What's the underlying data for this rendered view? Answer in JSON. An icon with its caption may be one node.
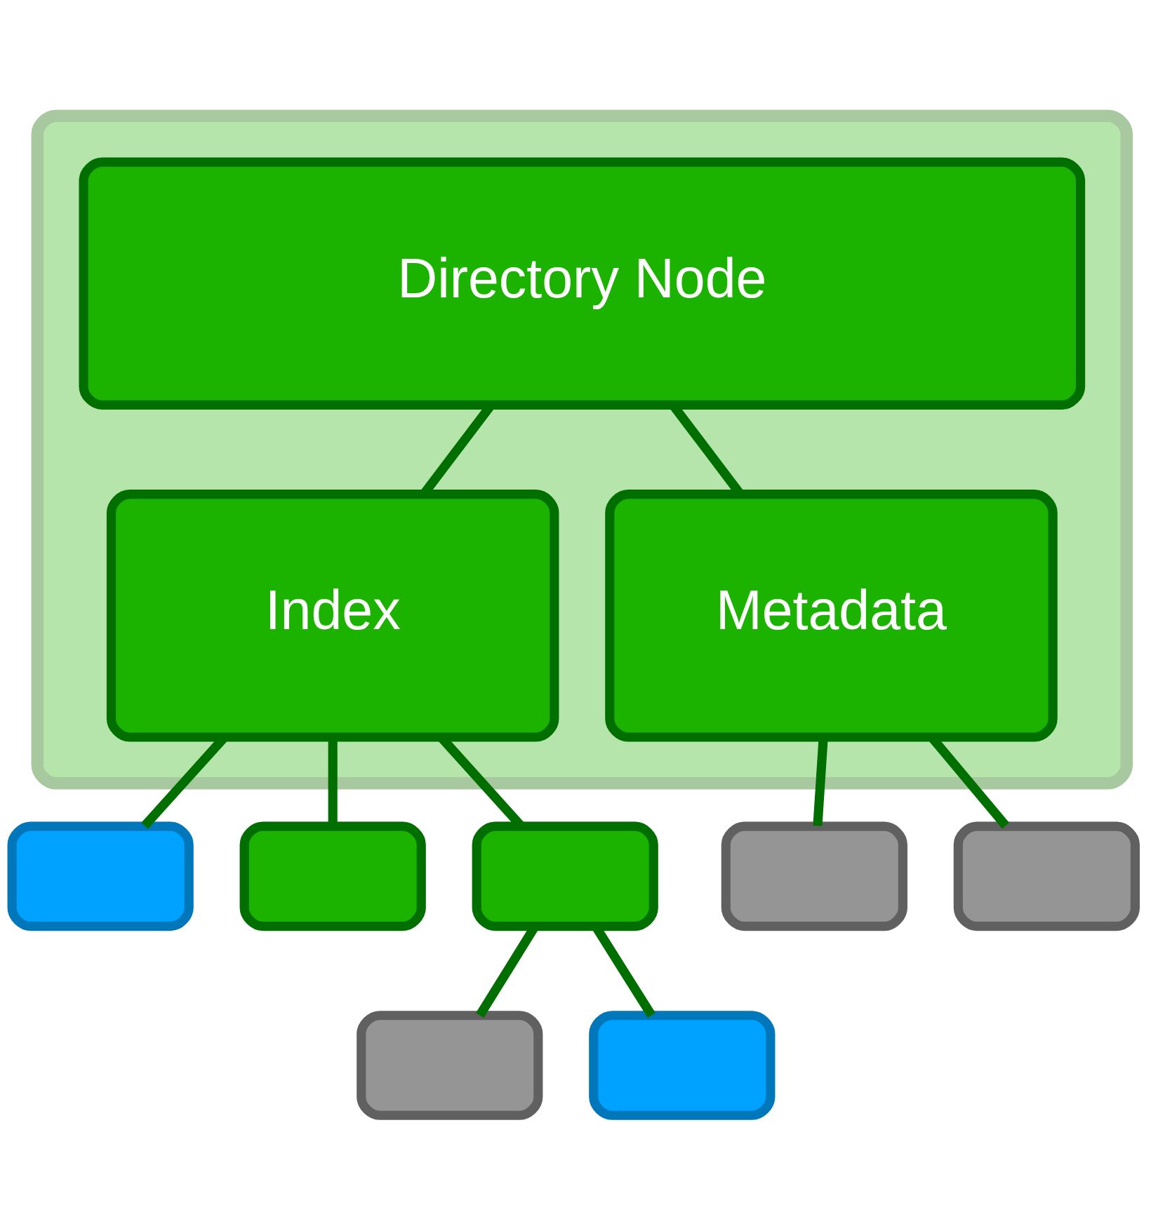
{
  "diagram": {
    "nodes": [
      {
        "text": [],
        "shape": "box"
      },
      {
        "text": [
          "Directory Node"
        ],
        "in": 0
      },
      {
        "text": [
          "Index"
        ],
        "in": 0
      },
      {
        "text": [
          "Metadata"
        ],
        "in": 0
      },
      {
        "text": [],
        "shape": "box"
      },
      {
        "text": [],
        "shape": "box"
      },
      {
        "text": [],
        "shape": "box"
      },
      {
        "text": [],
        "shape": "box"
      },
      {
        "text": [],
        "shape": "box"
      },
      {
        "text": [],
        "shape": "box"
      },
      {
        "text": [],
        "shape": "box"
      }
    ],
    "edges": [
      {
        "from": 1,
        "to": 2,
        "arrow": "none"
      },
      {
        "from": 1,
        "to": 3,
        "arrow": "none"
      },
      {
        "from": 2,
        "to": 4,
        "arrow": "none"
      },
      {
        "from": 2,
        "to": 5,
        "arrow": "none"
      },
      {
        "from": 2,
        "to": 6,
        "arrow": "none"
      },
      {
        "from": 3,
        "to": 7,
        "arrow": "none"
      },
      {
        "from": 3,
        "to": 8,
        "arrow": "none"
      },
      {
        "from": 6,
        "to": 9,
        "arrow": "none"
      },
      {
        "from": 6,
        "to": 10,
        "arrow": "none"
      }
    ]
  }
}
